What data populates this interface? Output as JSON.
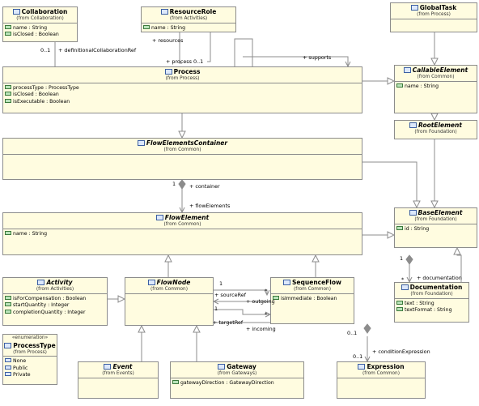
{
  "classes": {
    "collaboration": {
      "name": "Collaboration",
      "from": "(from Collaboration)",
      "attrs": [
        "name : String",
        "isClosed : Boolean"
      ]
    },
    "resource_role": {
      "name": "ResourceRole",
      "from": "(from Activities)",
      "attrs": [
        "name : String"
      ]
    },
    "global_task": {
      "name": "GlobalTask",
      "from": "(from Process)"
    },
    "process": {
      "name": "Process",
      "from": "(from Process)",
      "attrs": [
        "processType : ProcessType",
        "isClosed : Boolean",
        "isExecutable : Boolean"
      ]
    },
    "callable_element": {
      "name": "CallableElement",
      "from": "(from Common)",
      "attrs": [
        "name : String"
      ]
    },
    "root_element": {
      "name": "RootElement",
      "from": "(from Foundation)"
    },
    "flow_elements_container": {
      "name": "FlowElementsContainer",
      "from": "(from Common)"
    },
    "flow_element": {
      "name": "FlowElement",
      "from": "(from Common)",
      "attrs": [
        "name : String"
      ]
    },
    "base_element": {
      "name": "BaseElement",
      "from": "(from Foundation)",
      "attrs": [
        "id : String"
      ]
    },
    "activity": {
      "name": "Activity",
      "from": "(from Activities)",
      "attrs": [
        "isForCompensation : Boolean",
        "startQuantity : Integer",
        "completionQuantity : Integer"
      ]
    },
    "flow_node": {
      "name": "FlowNode",
      "from": "(from Common)"
    },
    "sequence_flow": {
      "name": "SequenceFlow",
      "from": "(from Common)",
      "attrs": [
        "isImmediate : Boolean"
      ]
    },
    "documentation": {
      "name": "Documentation",
      "from": "(from Foundation)",
      "attrs": [
        "text : String",
        "textFormat : String"
      ]
    },
    "process_type": {
      "stereotype": "«enumeration»",
      "name": "ProcessType",
      "from": "(from Process)",
      "literals": [
        "None",
        "Public",
        "Private"
      ]
    },
    "event": {
      "name": "Event",
      "from": "(from Events)"
    },
    "gateway": {
      "name": "Gateway",
      "from": "(from Gateways)",
      "attrs": [
        "gatewayDirection : GatewayDirection"
      ]
    },
    "expression": {
      "name": "Expression",
      "from": "(from Common)"
    }
  },
  "labels": {
    "collab_mult": "0..1",
    "collab_role": "+ definitionalCollaborationRef",
    "resources_role": "+ resources",
    "process_mult": "+ process 0..1",
    "supports_role": "+ supports",
    "container_mult": "1",
    "container_role": "+ container",
    "flow_elements_role": "+ flowElements",
    "base_mult": "1",
    "documentation_role": "+ documentation",
    "documentation_mult": "*",
    "source_mult": "1",
    "source_ref": "+ sourceRef",
    "outgoing_mult": "*",
    "outgoing_role": "+ outgoing",
    "target_mult": "1",
    "target_ref": "+ targetRef",
    "incoming_mult": "*",
    "incoming_role": "+ incoming",
    "cond_mult_top": "0..1",
    "cond_mult_bottom": "0..1",
    "condition_role": "+ conditionExpression"
  }
}
